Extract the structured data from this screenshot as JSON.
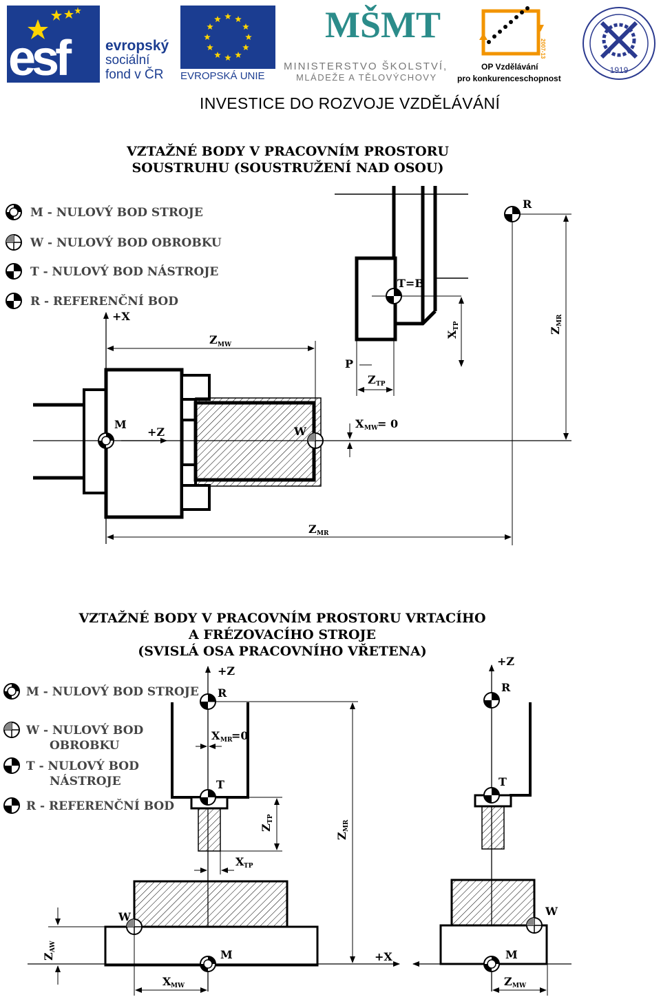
{
  "header": {
    "esf": {
      "mark": "esf",
      "line1": "evropský",
      "line2": "sociální",
      "line3": "fond v ČR"
    },
    "eu": {
      "label": "EVROPSKÁ UNIE"
    },
    "msmt": {
      "mark": "MŠMT",
      "line1": "MINISTERSTVO ŠKOLSTVÍ,",
      "line2": "MLÁDEŽE A TĚLOVÝCHOVY"
    },
    "op": {
      "years": "2007-13",
      "line1": "OP Vzdělávání",
      "line2": "pro konkurenceschopnost"
    },
    "seal": {
      "year": "1919"
    },
    "tagline": "INVESTICE DO ROZVOJE VZDĚLÁVÁNÍ"
  },
  "lathe": {
    "title_line1": "VZTAŽNÉ BODY V PRACOVNÍM PROSTORU",
    "title_line2": "SOUSTRUHU (SOUSTRUŽENÍ NAD OSOU)",
    "legend": [
      "M - NULOVÝ BOD STROJE",
      "W - NULOVÝ BOD OBROBKU",
      "T  - NULOVÝ BOD NÁSTROJE",
      "R  - REFERENČNÍ BOD"
    ],
    "labels": {
      "plus_x": "+X",
      "plus_z": "+Z",
      "m": "M",
      "w": "W",
      "r": "R",
      "t_eq_b": "T=B",
      "p": "P",
      "zmw": "Z",
      "zmw_sub": "MW",
      "ztp": "Z",
      "ztp_sub": "TP",
      "xtp": "X",
      "xtp_sub": "TP",
      "zmr": "Z",
      "zmr_sub": "MR",
      "zmr_bottom": "Z",
      "zmr_bottom_sub": "MR",
      "xmw": "X",
      "xmw_sub": "MW",
      "xmw_val": "= 0"
    }
  },
  "mill": {
    "title_line1": "VZTAŽNÉ BODY V PRACOVNÍM PROSTORU VRTACÍHO",
    "title_line2": "A FRÉZOVACÍHO STROJE",
    "title_line3": "(SVISLÁ OSA  PRACOVNÍHO VŘETENA)",
    "legend": [
      {
        "l1": "M - NULOVÝ BOD STROJE",
        "l2": ""
      },
      {
        "l1": "W - NULOVÝ BOD",
        "l2": "OBROBKU"
      },
      {
        "l1": "T -  NULOVÝ BOD",
        "l2": "NÁSTROJE"
      },
      {
        "l1": "R -  REFERENČNÍ BOD",
        "l2": ""
      }
    ],
    "labels": {
      "plus_z": "+Z",
      "plus_z2": "+Z",
      "plus_x": "+X",
      "r": "R",
      "r2": "R",
      "t": "T",
      "t2": "T",
      "w": "W",
      "w2": "W",
      "m": "M",
      "m2": "M",
      "xmr": "X",
      "xmr_sub": "MR",
      "xmr_val": "=0",
      "ztp": "Z",
      "ztp_sub": "TP",
      "xtp": "X",
      "xtp_sub": "TP",
      "zmr": "Z",
      "zmr_sub": "MR",
      "zaw": "Z",
      "zaw_sub": "AW",
      "xmw": "X",
      "xmw_sub": "MW",
      "zmw": "Z",
      "zmw_sub": "MW"
    }
  },
  "colors": {
    "esf_blue": "#1b3d91",
    "eu_star": "#ffd500",
    "msmt_teal": "#2b8c8a",
    "op_orange": "#f29400",
    "seal_blue": "#2b3a8f"
  }
}
